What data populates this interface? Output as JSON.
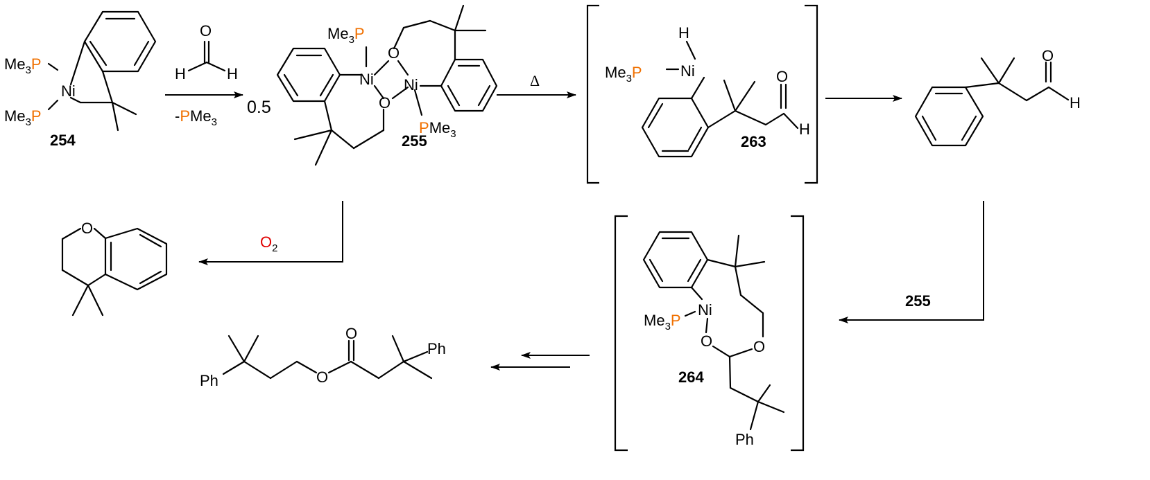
{
  "colors": {
    "phosphorus": "#f07000",
    "oxygen": "#e00000",
    "ink": "#000000"
  },
  "compounds": {
    "c254": {
      "label": "254",
      "ligand": "Me",
      "sub": "3",
      "p": "P",
      "ni": "Ni"
    },
    "c255": {
      "label": "255",
      "me": "Me",
      "sub": "3",
      "p": "P",
      "ni": "Ni",
      "o": "O",
      "coef": "0.5"
    },
    "c263": {
      "label": "263",
      "h": "H",
      "me": "Me",
      "sub": "3",
      "p": "P",
      "ni": "Ni",
      "o": "O"
    },
    "product_aldehyde": {
      "o": "O",
      "h": "H"
    },
    "chromane": {
      "o": "O"
    },
    "c264": {
      "label": "264",
      "me": "Me",
      "sub": "3",
      "p": "P",
      "ni": "Ni",
      "o": "O",
      "ph": "Ph"
    },
    "ester": {
      "o": "O",
      "ph": "Ph"
    }
  },
  "reagents": {
    "formaldehyde": {
      "o": "O",
      "h": "H"
    },
    "loss": {
      "dash": "-",
      "p": "P",
      "me": "Me",
      "sub": "3"
    },
    "heat": "Δ",
    "oxygen": {
      "o": "O",
      "sub": "2"
    },
    "reagent_255": "255"
  }
}
